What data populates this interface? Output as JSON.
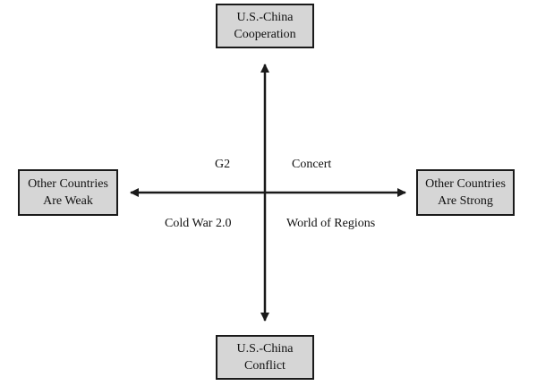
{
  "top_box": {
    "line1": "U.S.-China",
    "line2": "Cooperation"
  },
  "bottom_box": {
    "line1": "U.S.-China",
    "line2": "Conflict"
  },
  "left_box": {
    "line1": "Other Countries",
    "line2": "Are Weak"
  },
  "right_box": {
    "line1": "Other Countries",
    "line2": "Are Strong"
  },
  "quadrants": {
    "top_left": "G2",
    "top_right": "Concert",
    "bottom_left": "Cold War 2.0",
    "bottom_right": "World of Regions"
  },
  "colors": {
    "box_fill": "#d6d6d6",
    "stroke": "#1a1a1a"
  }
}
